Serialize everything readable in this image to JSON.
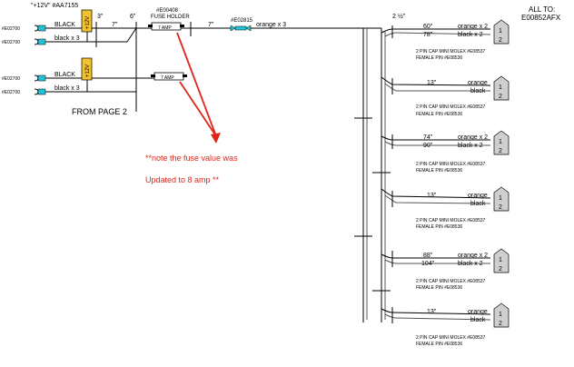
{
  "header": {
    "power_label": "\"+12V\" #AA7155",
    "all_to_line1": "ALL TO:",
    "all_to_line2": "E00852AFX"
  },
  "inputs": [
    {
      "connector": "#E02700",
      "wire_label": "BLACK",
      "relay_label": "+12V"
    },
    {
      "connector": "#E02700",
      "wire_label": "black x 3"
    },
    {
      "connector": "#E02700",
      "wire_label": "BLACK",
      "relay_label": "+12V"
    },
    {
      "connector": "#E02700",
      "wire_label": "black x 3"
    }
  ],
  "from_page": "FROM PAGE 2",
  "dims": {
    "d1": "3\"",
    "d2": "6\"",
    "d3": "7\"",
    "d4": "7\"",
    "d5": "2 ½\""
  },
  "fuse_holder": {
    "part": "#E00408",
    "name": "FUSE HOLDER",
    "rating_top": "7 AMP",
    "rating_bottom": "7 AMP"
  },
  "splice": {
    "part": "#E02815",
    "wire_label": "orange x 3"
  },
  "note": {
    "line1": "**note the fuse value was",
    "line2": "Updated to 8 amp **"
  },
  "outputs": [
    {
      "len_top": "60\"",
      "len_bottom": "78\"",
      "wire_top": "orange x 2",
      "wire_bottom": "black x 2",
      "pin1": "1",
      "pin2": "2",
      "cap": "2 PIN CAP MINI MOLEX #E08537",
      "pin": "FEMALE PIN #E08536"
    },
    {
      "len_top": "13\"",
      "wire_top": "orange",
      "wire_bottom": "black",
      "pin1": "1",
      "pin2": "2",
      "cap": "2 PIN CAP MINI MOLEX #E08537",
      "pin": "FEMALE PIN #E08536"
    },
    {
      "len_top": "74\"",
      "len_bottom": "90\"",
      "wire_top": "orange x 2",
      "wire_bottom": "black x 2",
      "pin1": "1",
      "pin2": "2",
      "cap": "2 PIN CAP MINI MOLEX #E08537",
      "pin": "FEMALE PIN #E08536"
    },
    {
      "len_top": "13\"",
      "wire_top": "orange",
      "wire_bottom": "black",
      "pin1": "1",
      "pin2": "2",
      "cap": "2 PIN CAP MINI MOLEX #E08537",
      "pin": "FEMALE PIN #E08536"
    },
    {
      "len_top": "88\"",
      "len_bottom": "104\"",
      "wire_top": "orange x 2",
      "wire_bottom": "black x 2",
      "pin1": "1",
      "pin2": "2",
      "cap": "2 PIN CAP MINI MOLEX #E08537",
      "pin": "FEMALE PIN #E08536"
    },
    {
      "len_top": "13\"",
      "wire_top": "orange",
      "wire_bottom": "black",
      "pin1": "1",
      "pin2": "2",
      "cap": "2 PIN CAP MINI MOLEX #E08537",
      "pin": "FEMALE PIN #E08536"
    }
  ],
  "colors": {
    "note_red": "#e1251b",
    "relay_yellow": "#f2c230",
    "connector_cyan": "#22c3d6",
    "molex_gray": "#cfcfcf"
  }
}
